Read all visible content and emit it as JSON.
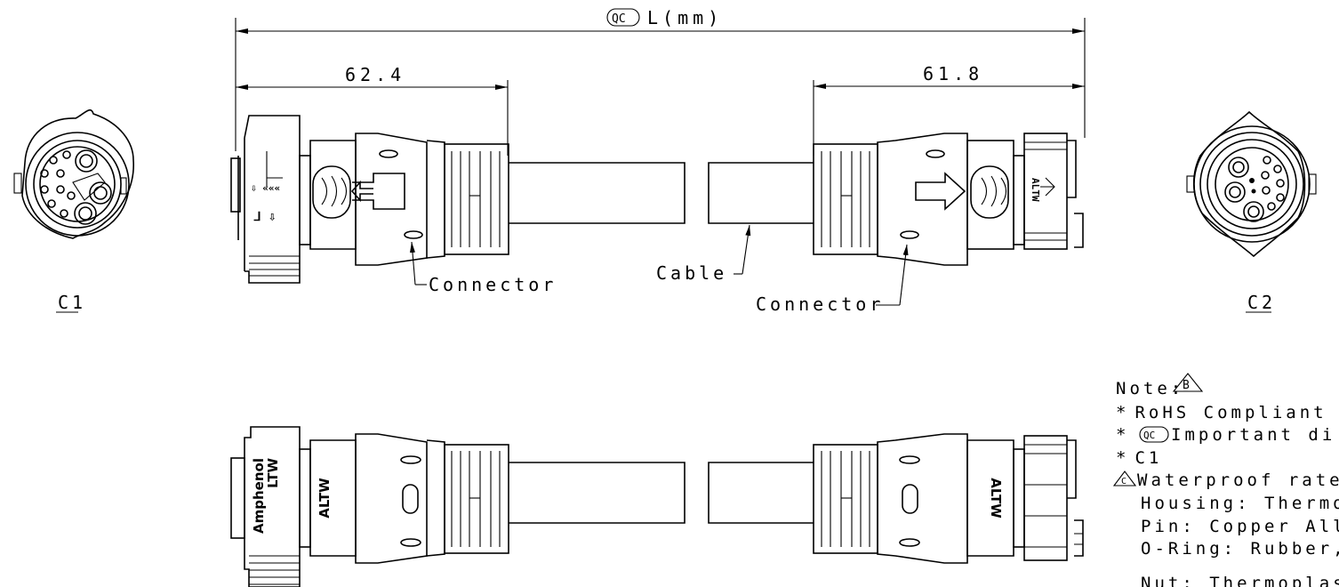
{
  "dimensions": {
    "overall_symbol": "QC",
    "overall_label": "L(mm)",
    "left_length": "62.4",
    "right_length": "61.8"
  },
  "callouts": {
    "connector_left": "Connector",
    "cable": "Cable",
    "connector_right": "Connector"
  },
  "views": {
    "c1": "C1",
    "c2": "C2"
  },
  "branding": {
    "amphenol": "Amphenol",
    "ltw": "LTW",
    "altw": "ALTW"
  },
  "notes": {
    "header": "Note:",
    "revision": "B",
    "lines": [
      {
        "bullet": "*",
        "text": "RoHS Compliant"
      },
      {
        "bullet": "*",
        "symbol": "QC",
        "text": "Important di"
      },
      {
        "bullet": "*",
        "text": "C1"
      },
      {
        "revision": "C",
        "text": "Waterproof rate"
      },
      {
        "text": "Housing: Thermo"
      },
      {
        "text": "Pin: Copper All"
      },
      {
        "text": "O-Ring: Rubber,"
      },
      {
        "text": "Nut: Thermoplas"
      }
    ]
  }
}
